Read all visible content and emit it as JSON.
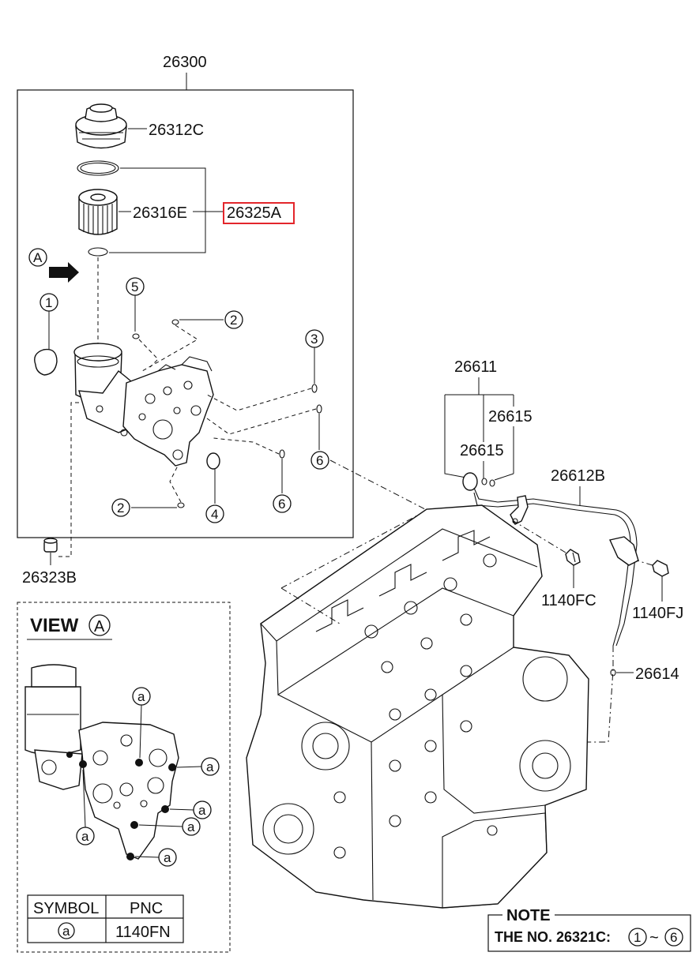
{
  "labels": {
    "assembly": "26300",
    "cap": "26312C",
    "filter": "26316E",
    "filter_kit": "26325A",
    "plug": "26323B",
    "dipstick_guide": "26611",
    "oring_upper": "26615",
    "oring_lower": "26615",
    "dipstick": "26612B",
    "bolt_fc": "1140FC",
    "bolt_fj": "1140FJ",
    "oring_26614": "26614"
  },
  "callouts": {
    "c1": "1",
    "c2a": "2",
    "c2b": "2",
    "c3": "3",
    "c4": "4",
    "c5": "5",
    "c6a": "6",
    "c6b": "6",
    "view_ref": "A",
    "a1": "a",
    "a2": "a",
    "a3": "a",
    "a4": "a",
    "a5": "a",
    "a6": "a"
  },
  "view": {
    "title": "VIEW",
    "letter": "A"
  },
  "symbol_table": {
    "headers": [
      "SYMBOL",
      "PNC"
    ],
    "rows": [
      {
        "symbol": "a",
        "pnc": "1140FN"
      }
    ]
  },
  "note": {
    "title": "NOTE",
    "text": "THE NO. 26321C:",
    "range_start": "1",
    "range_sep": "~",
    "range_end": "6"
  },
  "colors": {
    "highlight": "#e3262b",
    "ink": "#111111"
  }
}
